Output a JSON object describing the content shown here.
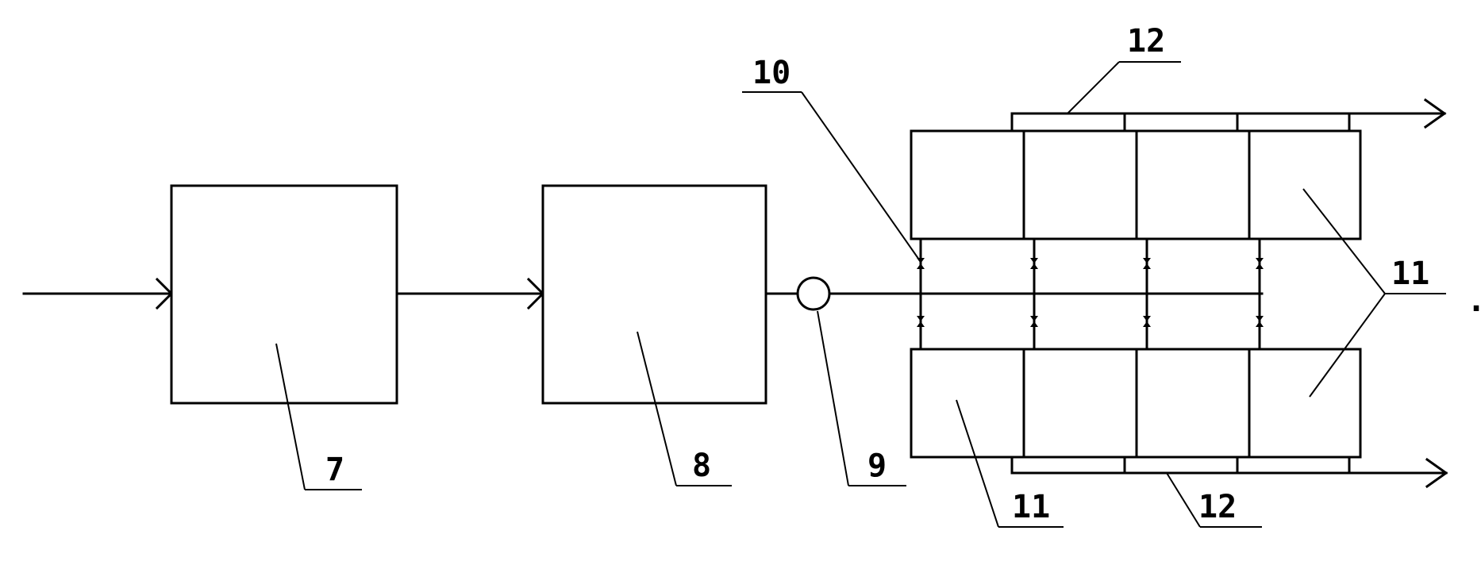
{
  "labels": {
    "unit7": "7",
    "unit8": "8",
    "unit9": "9",
    "unit10": "10",
    "unit11_right": "11",
    "unit11_bottom": "11",
    "unit12_top": "12",
    "unit12_bottom": "12",
    "dot": "."
  },
  "colors": {
    "line": "#000000",
    "background": "#ffffff"
  }
}
